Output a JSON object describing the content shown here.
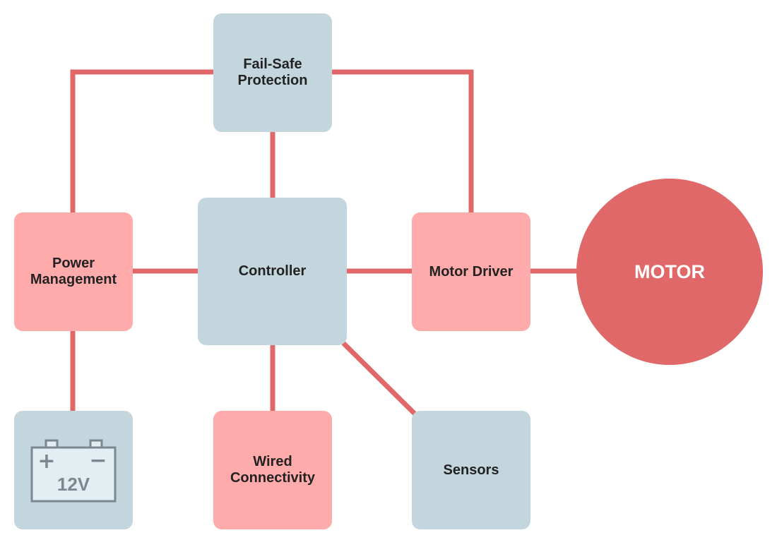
{
  "blocks": {
    "fail_safe": "Fail-Safe\nProtection",
    "power_management": "Power\nManagement",
    "controller": "Controller",
    "motor_driver": "Motor Driver",
    "motor": "MOTOR",
    "wired_connectivity": "Wired\nConnectivity",
    "sensors": "Sensors",
    "battery": {
      "voltage": "12V",
      "positive": "+",
      "negative": "−"
    }
  },
  "colors": {
    "connector": "#e06868",
    "blue_block": "#c3d6dd",
    "pink_block": "#ffabab",
    "motor": "#e06868",
    "battery_icon": "#7b8890",
    "battery_fill": "#e2eef2"
  }
}
